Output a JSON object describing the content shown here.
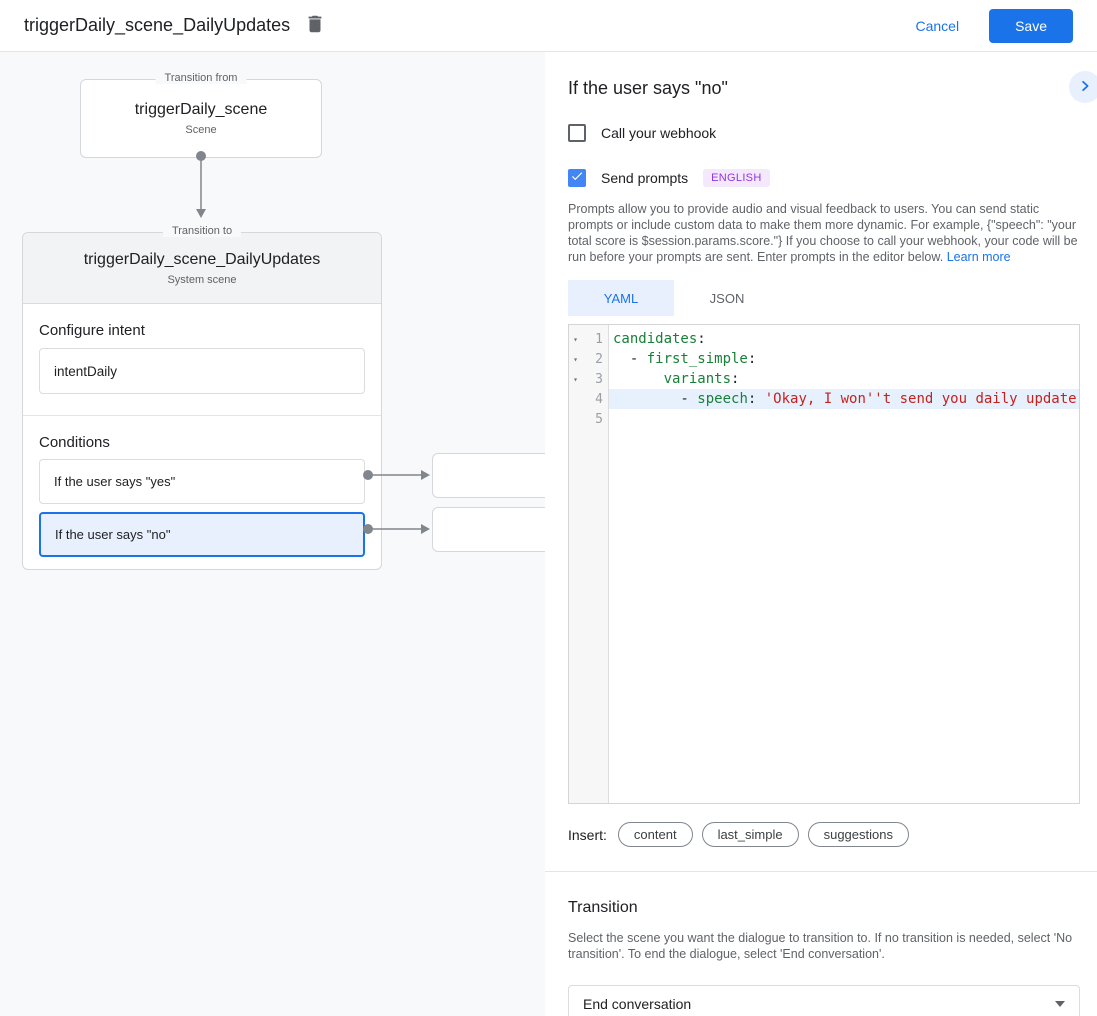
{
  "topbar": {
    "title": "triggerDaily_scene_DailyUpdates",
    "trash_icon": "trash-icon",
    "cancel_label": "Cancel",
    "save_label": "Save"
  },
  "diagram": {
    "from": {
      "legend": "Transition from",
      "name": "triggerDaily_scene",
      "type": "Scene"
    },
    "to": {
      "legend": "Transition to",
      "name": "triggerDaily_scene_DailyUpdates",
      "type": "System scene"
    },
    "configure_intent": {
      "label": "Configure intent",
      "value": "intentDaily"
    },
    "conditions": {
      "label": "Conditions",
      "items": [
        {
          "label": "If the user says \"yes\"",
          "selected": false
        },
        {
          "label": "If the user says \"no\"",
          "selected": true
        }
      ]
    }
  },
  "panel": {
    "title": "If the user says \"no\"",
    "expand_icon": "chevron-right-icon",
    "webhook": {
      "label": "Call your webhook",
      "checked": false
    },
    "prompts": {
      "label": "Send prompts",
      "checked": true,
      "badge": "ENGLISH"
    },
    "description": "Prompts allow you to provide audio and visual feedback to users. You can send static prompts or include custom data to make them more dynamic. For example, {\"speech\": \"your total score is $session.params.score.\"} If you choose to call your webhook, your code will be run before your prompts are sent. Enter prompts in the editor below.",
    "learn_more": "Learn more",
    "tabs": [
      {
        "label": "YAML",
        "active": true
      },
      {
        "label": "JSON",
        "active": false
      }
    ],
    "editor": {
      "lines": [
        {
          "num": "1",
          "fold": "▾",
          "prefix": "",
          "key": "candidates",
          "colon": ":",
          "string": ""
        },
        {
          "num": "2",
          "fold": "▾",
          "prefix": "  - ",
          "key": "first_simple",
          "colon": ":",
          "string": ""
        },
        {
          "num": "3",
          "fold": "▾",
          "prefix": "      ",
          "key": "variants",
          "colon": ":",
          "string": ""
        },
        {
          "num": "4",
          "fold": "",
          "prefix": "        - ",
          "key": "speech",
          "colon": ": ",
          "string": "'Okay, I won''t send you daily update"
        },
        {
          "num": "5",
          "fold": "",
          "prefix": "",
          "key": "",
          "colon": "",
          "string": ""
        }
      ]
    },
    "insert": {
      "label": "Insert:",
      "chips": [
        "content",
        "last_simple",
        "suggestions"
      ]
    },
    "transition": {
      "title": "Transition",
      "description": "Select the scene you want the dialogue to transition to. If no transition is needed, select 'No transition'. To end the dialogue, select 'End conversation'.",
      "value": "End conversation"
    }
  },
  "colors": {
    "accent_blue": "#1a73e8",
    "checkbox_blue": "#4285f4",
    "selected_bg": "#e8f0fe",
    "badge_purple": "#9334e6",
    "code_key_green": "#188038",
    "code_string_red": "#c5221f"
  }
}
